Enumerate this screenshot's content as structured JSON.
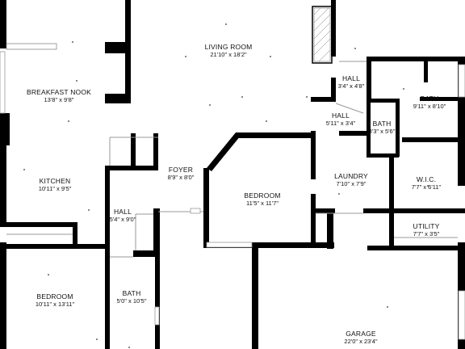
{
  "rooms": {
    "living_room": {
      "name": "LIVING ROOM",
      "dim": "21'10\" x 18'2\""
    },
    "breakfast_nook": {
      "name": "BREAKFAST NOOK",
      "dim": "13'8\" x 9'8\""
    },
    "hall_top": {
      "name": "HALL",
      "dim": "3'4\" x 4'8\""
    },
    "bath_right": {
      "name": "BATH",
      "dim": "9'11\" x 8'10\""
    },
    "hall_mid": {
      "name": "HALL",
      "dim": "5'11\" x 3'4\""
    },
    "bath_small": {
      "name": "BATH",
      "dim": "3'3\" x 5'6\""
    },
    "foyer": {
      "name": "FOYER",
      "dim": "8'9\" x 8'0\""
    },
    "kitchen": {
      "name": "KITCHEN",
      "dim": "10'11\" x 9'5\""
    },
    "laundry": {
      "name": "LAUNDRY",
      "dim": "7'10\" x 7'9\""
    },
    "wic": {
      "name": "W.I.C.",
      "dim": "7'7\" x 6'11\""
    },
    "bedroom_center": {
      "name": "BEDROOM",
      "dim": "11'5\" x 11'7\""
    },
    "hall_left": {
      "name": "HALL",
      "dim": "5'4\" x 9'0\""
    },
    "utility": {
      "name": "UTILITY",
      "dim": "7'7\" x 3'5\""
    },
    "bedroom_left": {
      "name": "BEDROOM",
      "dim": "10'11\" x 13'11\""
    },
    "bath_left": {
      "name": "BATH",
      "dim": "5'0\" x 10'5\""
    },
    "garage": {
      "name": "GARAGE",
      "dim": "22'0\" x 23'4\""
    }
  },
  "colors": {
    "wall": "#000000",
    "background": "#ffffff",
    "window": "#9a9a9a"
  }
}
